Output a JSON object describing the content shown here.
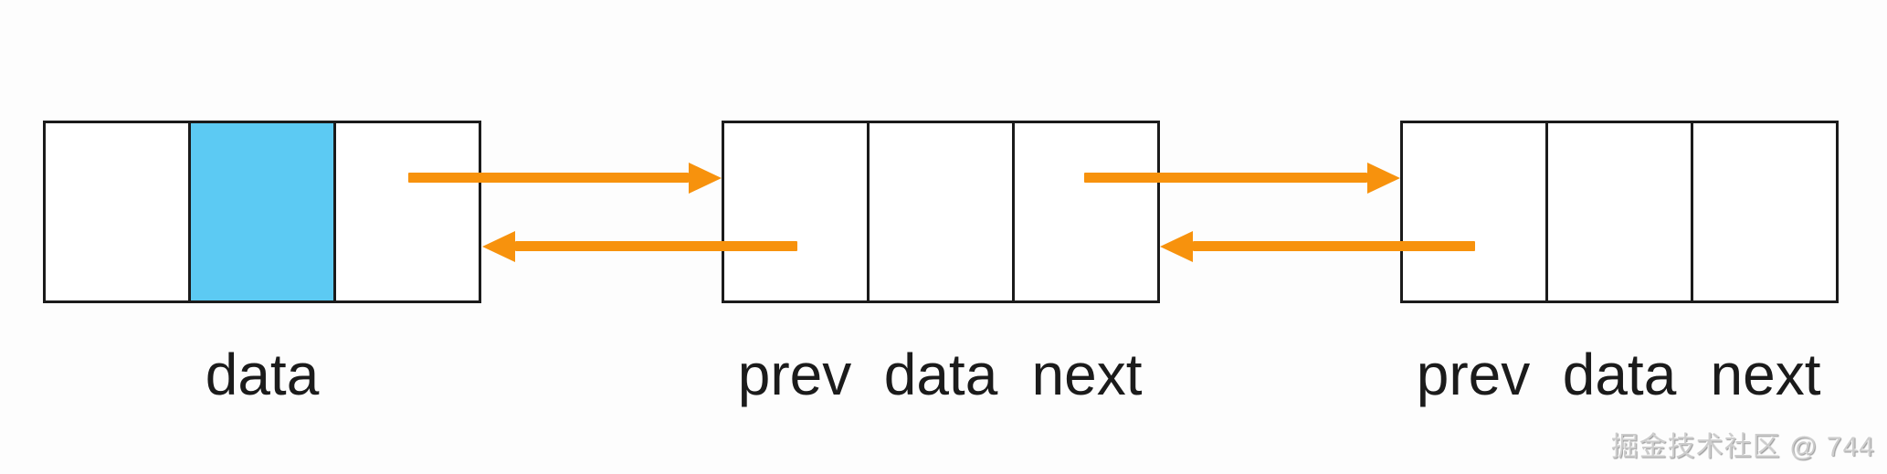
{
  "diagram": {
    "type": "doubly-linked-list",
    "colors": {
      "arrow": "#F7920D",
      "highlight_fill": "#5CCAF3",
      "border": "#1B1B1B",
      "background": "#FDFDFD",
      "label_text": "#1B1B1B"
    },
    "nodes": [
      {
        "name": "head-node",
        "highlighted_cell": "data",
        "labels": {
          "data": "data"
        }
      },
      {
        "name": "middle-node",
        "highlighted_cell": null,
        "labels": {
          "prev": "prev",
          "data": "data",
          "next": "next"
        }
      },
      {
        "name": "tail-node",
        "highlighted_cell": null,
        "labels": {
          "prev": "prev",
          "data": "data",
          "next": "next"
        }
      }
    ],
    "arrows": [
      {
        "name": "next-pointer-1",
        "from": "head-node",
        "to": "middle-node",
        "direction": "right"
      },
      {
        "name": "prev-pointer-1",
        "from": "middle-node",
        "to": "head-node",
        "direction": "left"
      },
      {
        "name": "next-pointer-2",
        "from": "middle-node",
        "to": "tail-node",
        "direction": "right"
      },
      {
        "name": "prev-pointer-2",
        "from": "tail-node",
        "to": "middle-node",
        "direction": "left"
      }
    ]
  },
  "watermark": {
    "text": "掘金技术社区 @ 744"
  }
}
